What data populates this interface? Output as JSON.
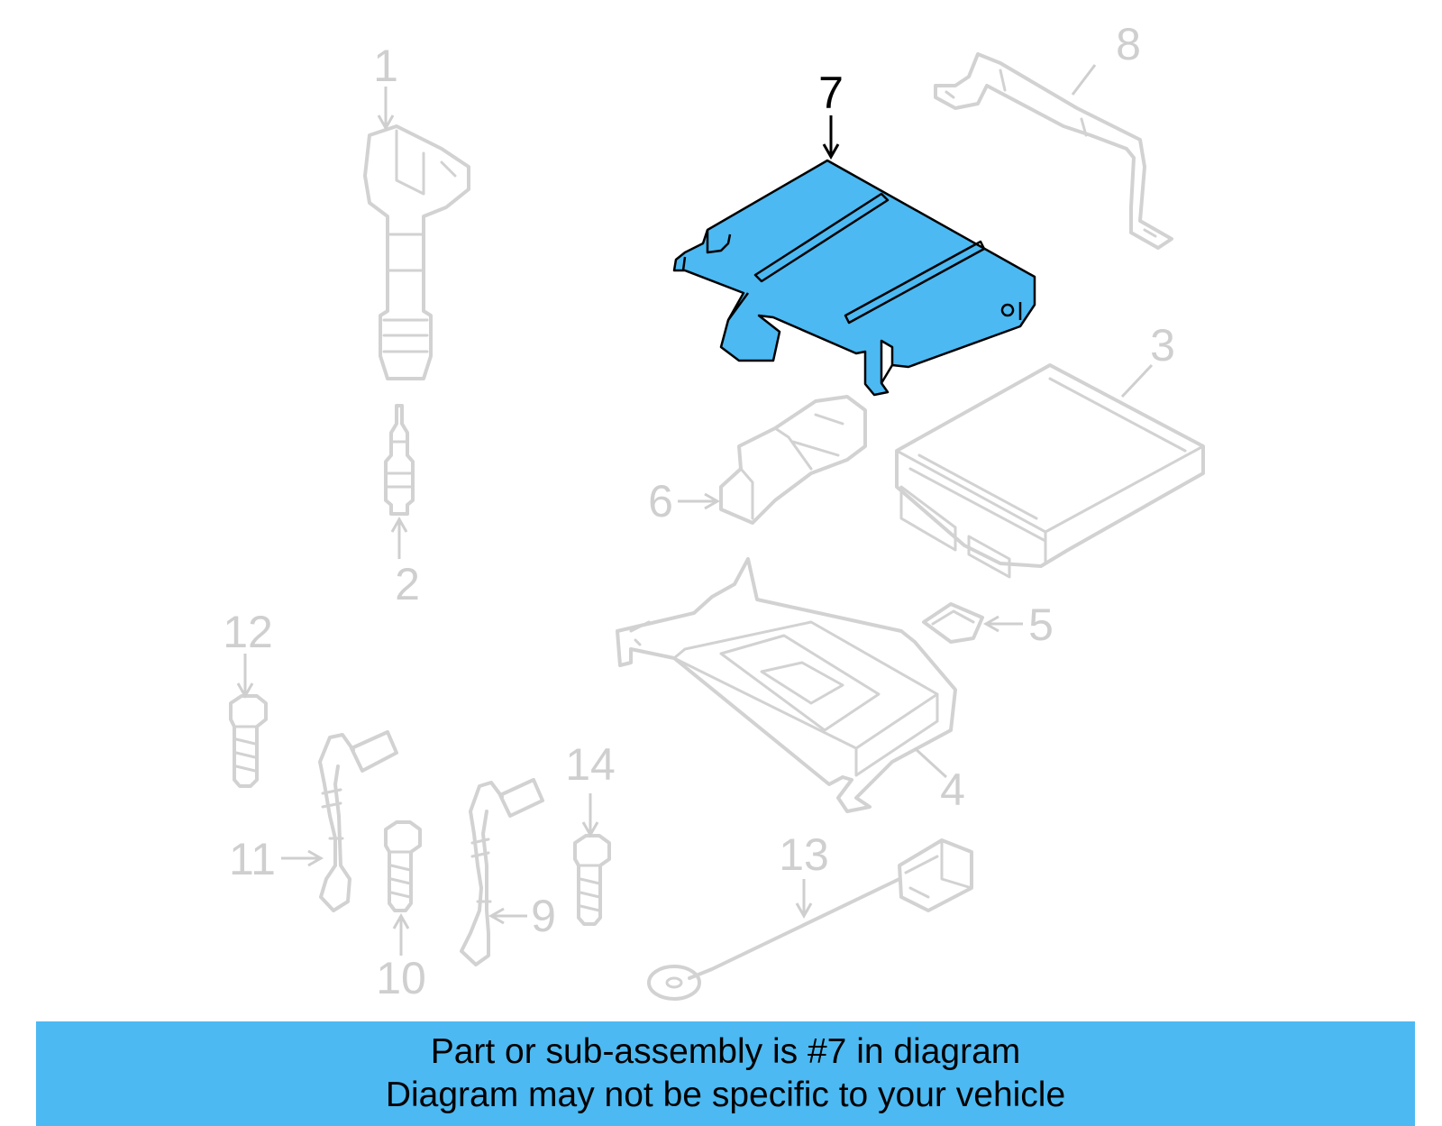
{
  "callouts": [
    {
      "id": 1,
      "label": "1"
    },
    {
      "id": 2,
      "label": "2"
    },
    {
      "id": 3,
      "label": "3"
    },
    {
      "id": 4,
      "label": "4"
    },
    {
      "id": 5,
      "label": "5"
    },
    {
      "id": 6,
      "label": "6"
    },
    {
      "id": 7,
      "label": "7",
      "highlighted": true
    },
    {
      "id": 8,
      "label": "8"
    },
    {
      "id": 9,
      "label": "9"
    },
    {
      "id": 10,
      "label": "10"
    },
    {
      "id": 11,
      "label": "11"
    },
    {
      "id": 12,
      "label": "12"
    },
    {
      "id": 13,
      "label": "13"
    },
    {
      "id": 14,
      "label": "14"
    }
  ],
  "colors": {
    "highlight": "#4cb9f2",
    "ghost_part": "#d2d2d2",
    "banner": "#4cb9f2"
  },
  "banner": {
    "line1": "Part or sub-assembly is #7 in diagram",
    "line2": "Diagram may not be specific to your vehicle"
  }
}
